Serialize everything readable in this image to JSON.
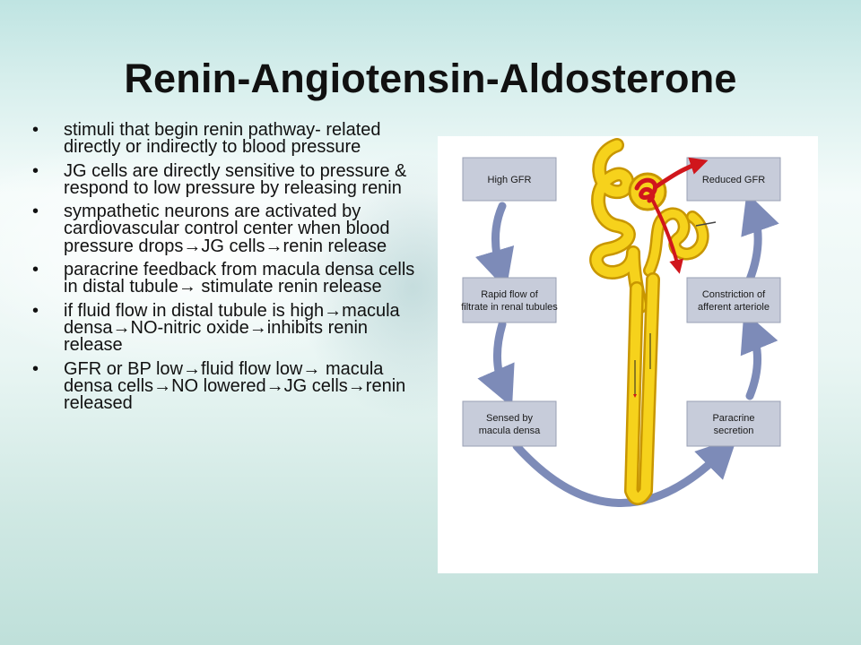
{
  "slide": {
    "title": "Renin-Angiotensin-Aldosterone",
    "bullet_symbol": "•",
    "bullets": [
      {
        "segments": [
          "stimuli that begin renin pathway- related directly or indirectly to blood pressure"
        ]
      },
      {
        "segments": [
          "JG cells are directly sensitive to pressure & respond to low pressure by releasing renin"
        ]
      },
      {
        "segments": [
          "sympathetic neurons are activated by cardiovascular control center when blood pressure drops",
          "JG cells",
          "renin release"
        ]
      },
      {
        "segments": [
          "paracrine feedback from macula densa cells in distal tubule",
          " stimulate renin release"
        ]
      },
      {
        "segments": [
          "if fluid flow in distal tubule is high",
          "macula densa",
          "NO-nitric oxide",
          "inhibits renin release"
        ]
      },
      {
        "segments": [
          "GFR or BP low",
          "fluid flow low",
          " macula densa cells",
          "NO lowered",
          "JG cells",
          "renin released"
        ]
      }
    ]
  },
  "figure": {
    "boxes": {
      "high_gfr": [
        "High GFR"
      ],
      "rapid_flow": [
        "Rapid flow of",
        "filtrate in renal tubules"
      ],
      "sensed": [
        "Sensed by",
        "macula densa"
      ],
      "reduced_gfr": [
        "Reduced GFR"
      ],
      "constriction": [
        "Constriction of",
        "afferent arteriole"
      ],
      "paracrine": [
        "Paracrine",
        "secretion"
      ]
    }
  },
  "colors": {
    "title": "#111111",
    "text": "#111111",
    "box_fill": "#c7ccda",
    "box_stroke": "#9aa0b4",
    "cycle_arrow": "#7d8bb8",
    "tubule": "#f6d21c",
    "tubule_outline": "#c89600",
    "vessel": "#d0161c"
  },
  "icons": {
    "bullet": "bullet-dot",
    "inline_arrow": "right-arrow-icon"
  }
}
